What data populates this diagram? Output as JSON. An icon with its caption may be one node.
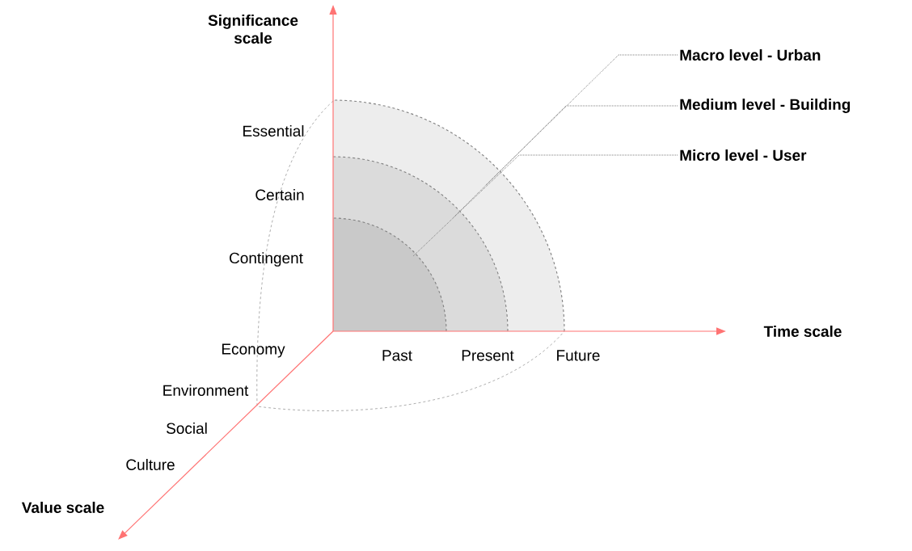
{
  "diagram": {
    "nodes": [
      {
        "text": [
          "Macro level - Urban"
        ]
      },
      {
        "text": [
          "Medium level - Building"
        ]
      },
      {
        "text": [
          "Micro level - User"
        ]
      },
      {
        "text": [],
        "shape": "sector"
      },
      {
        "text": [],
        "shape": "sector",
        "in": 3
      },
      {
        "text": [],
        "shape": "sector",
        "in": 4
      }
    ],
    "edges": [
      {
        "from": 0,
        "to": 3,
        "arrow": "none",
        "style": "dashed"
      },
      {
        "from": 1,
        "to": 4,
        "arrow": "none",
        "style": "dashed"
      },
      {
        "from": 2,
        "to": 5,
        "arrow": "none",
        "style": "dashed"
      }
    ],
    "labels": [
      "Significance scale",
      "Essential",
      "Certain",
      "Contingent",
      "Time scale",
      "Economy",
      "Past",
      "Present",
      "Future",
      "Environment",
      "Social",
      "Culture",
      "Value scale"
    ]
  }
}
